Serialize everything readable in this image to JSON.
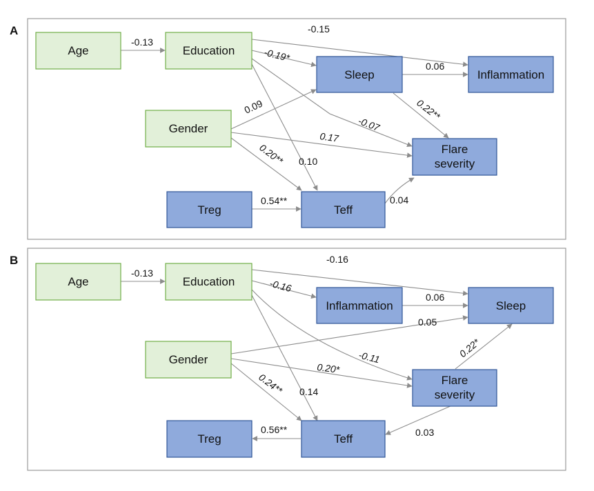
{
  "panels": [
    {
      "letter": "A",
      "nodes": {
        "age": "Age",
        "education": "Education",
        "gender": "Gender",
        "sleep": "Sleep",
        "inflammation": "Inflammation",
        "flare_line1": "Flare",
        "flare_line2": "severity",
        "treg": "Treg",
        "teff": "Teff"
      },
      "paths": [
        {
          "from": "Age",
          "to": "Education",
          "coef": "-0.13"
        },
        {
          "from": "Education",
          "to": "Inflammation",
          "coef": "-0.15"
        },
        {
          "from": "Education",
          "to": "Sleep",
          "coef": "-0.19*"
        },
        {
          "from": "Sleep",
          "to": "Inflammation",
          "coef": "0.06"
        },
        {
          "from": "Gender",
          "to": "Sleep",
          "coef": "0.09"
        },
        {
          "from": "Sleep",
          "to": "Flare severity",
          "coef": "0.22**"
        },
        {
          "from": "Education",
          "to": "Flare severity",
          "coef": "-0.07"
        },
        {
          "from": "Gender",
          "to": "Flare severity",
          "coef": "0.17"
        },
        {
          "from": "Gender",
          "to": "Teff",
          "coef": "0.20**"
        },
        {
          "from": "Education",
          "to": "Teff",
          "coef": "0.10"
        },
        {
          "from": "Treg",
          "to": "Teff",
          "coef": "0.54**"
        },
        {
          "from": "Teff",
          "to": "Flare severity",
          "coef": "0.04"
        }
      ]
    },
    {
      "letter": "B",
      "nodes": {
        "age": "Age",
        "education": "Education",
        "gender": "Gender",
        "sleep": "Sleep",
        "inflammation": "Inflammation",
        "flare_line1": "Flare",
        "flare_line2": "severity",
        "treg": "Treg",
        "teff": "Teff"
      },
      "paths": [
        {
          "from": "Age",
          "to": "Education",
          "coef": "-0.13"
        },
        {
          "from": "Education",
          "to": "Sleep",
          "coef": "-0.16"
        },
        {
          "from": "Education",
          "to": "Inflammation",
          "coef": "-0.16"
        },
        {
          "from": "Inflammation",
          "to": "Sleep",
          "coef": "0.06"
        },
        {
          "from": "Gender",
          "to": "Sleep",
          "coef": "0.05"
        },
        {
          "from": "Education",
          "to": "Flare severity",
          "coef": "-0.11"
        },
        {
          "from": "Gender",
          "to": "Flare severity",
          "coef": "0.20*"
        },
        {
          "from": "Flare severity",
          "to": "Sleep",
          "coef": "0.22*"
        },
        {
          "from": "Gender",
          "to": "Teff",
          "coef": "0.24**"
        },
        {
          "from": "Education",
          "to": "Teff",
          "coef": "0.14"
        },
        {
          "from": "Teff",
          "to": "Treg",
          "coef": "0.56**"
        },
        {
          "from": "Flare severity",
          "to": "Teff",
          "coef": "0.03"
        }
      ]
    }
  ],
  "colors": {
    "exogenous_fill": "#e2f0d9",
    "exogenous_border": "#70ad47",
    "endogenous_fill": "#8faadc",
    "endogenous_border": "#2f5597",
    "arrow": "#8c8c8c"
  }
}
